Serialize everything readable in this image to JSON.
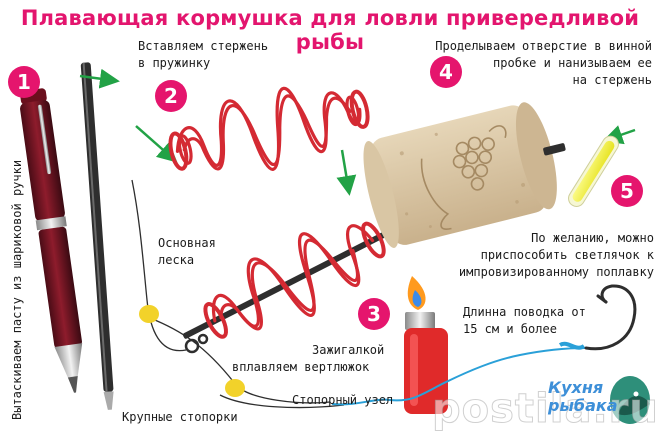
{
  "title": "Плавающая кормушка для ловли привередливой рыбы",
  "steps": [
    "1",
    "2",
    "3",
    "4",
    "5"
  ],
  "labels": {
    "pen_vertical": "Вытаскиваем пасту из шариковой ручки",
    "insert_rod_1": "Вставляем стержень",
    "insert_rod_2": "в пружинку",
    "cork_1": "Проделываем отверстие в винной",
    "cork_2": "пробке и нанизываем ее",
    "cork_3": "на стержень",
    "light_1": "По желанию, можно",
    "light_2": "приспособить светлячок к",
    "light_3": "импровизированному поплавку",
    "main_line_1": "Основная",
    "main_line_2": "леска",
    "lighter_1": "Зажигалкой",
    "lighter_2": "вплавляем вертлюжок",
    "leader_1": "Длинна поводка от",
    "leader_2": "15 см и более",
    "stop_knot": "Стопорный узел",
    "big_stoppers": "Крупные стопорки"
  },
  "watermark": "postila.ru",
  "brand": {
    "line1": "Кухня",
    "line2": "рыбака"
  },
  "colors": {
    "accent": "#e5156d",
    "spring": "#d42a33",
    "arrow": "#22a246",
    "cork": "#d9c4a4",
    "lighter": "#e02a2a",
    "glow": "#f3f04a",
    "line": "#2aa0d8",
    "stopper": "#f2d22a"
  },
  "icons": [
    "pen-icon",
    "rod-icon",
    "spring-icon",
    "cork-icon",
    "lightstick-icon",
    "lighter-icon",
    "hook-icon",
    "stopper-icon",
    "swivel-icon",
    "fish-logo-icon"
  ]
}
